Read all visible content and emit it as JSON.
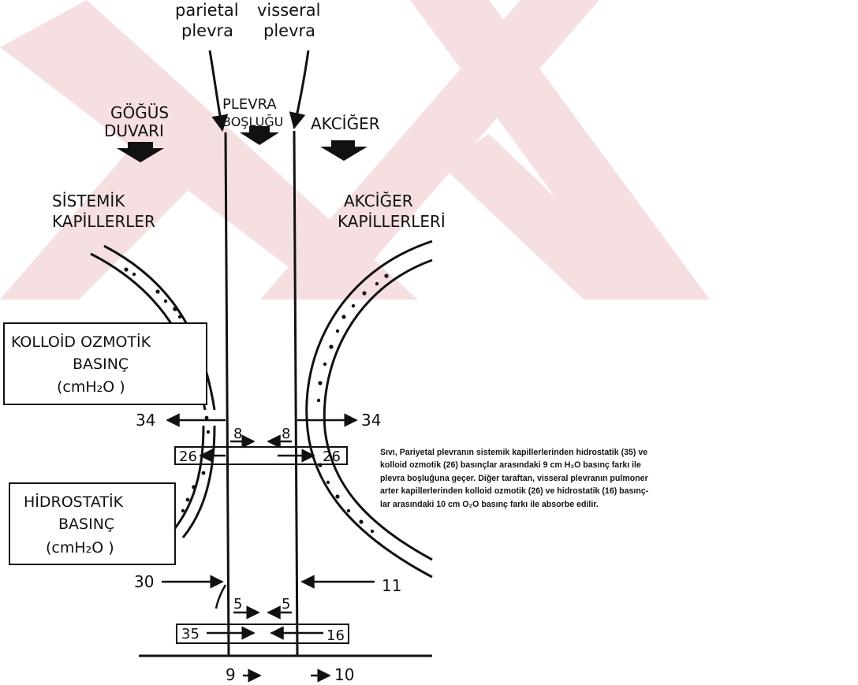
{
  "labels": {
    "parietal": [
      "parietal",
      "plevra"
    ],
    "visseral": [
      "visseral",
      "plevra"
    ],
    "gogus": [
      "GÖĞÜS",
      "DUVARI"
    ],
    "plevra_boslugu": [
      "PLEVRA",
      "BOŞLUĞU"
    ],
    "akciger": "AKCİĞER",
    "sistemik": [
      "SİSTEMİK",
      "KAPİLLERLER"
    ],
    "akciger_kap": [
      "AKCİĞER",
      "KAPİLLERLERİ"
    ]
  },
  "boxes": {
    "kolloid": [
      "KOLLOİD  OZMOTİK",
      "BASINÇ",
      "(cmH₂O )"
    ],
    "hidrostatik": [
      "HİDROSTATİK",
      "BASINÇ",
      "(cmH₂O )"
    ]
  },
  "values": {
    "colloid_left": "34",
    "colloid_right": "34",
    "colloid_net_left": "8",
    "colloid_net_right": "8",
    "colloid_pleural_left": "26",
    "colloid_pleural_right": "26",
    "hydro_left": "30",
    "hydro_right": "11",
    "hydro_net_left": "5",
    "hydro_net_right": "5",
    "hydro_pleural_left": "35",
    "hydro_pleural_right": "16",
    "flow_left": "9",
    "flow_right": "10"
  },
  "caption": [
    "Sıvı, Pariyetal plevranın sistemik kapillerlerinden hidrostatik (35)  ve",
    "kolloid ozmotik (26) basınçlar arasındaki 9 cm H₂O basınç farkı ile",
    "plevra boşluğuna geçer. Diğer taraftan,  visseral plevranın pulmoner",
    "arter kapillerlerinden kolloid ozmotik (26) ve hidrostatik (16) basınç-",
    "lar arasındaki 10 cm O₂O basınç farkı ile absorbe edilir."
  ],
  "colors": {
    "ink": "#111111",
    "watermark": "#f5dfe1"
  }
}
